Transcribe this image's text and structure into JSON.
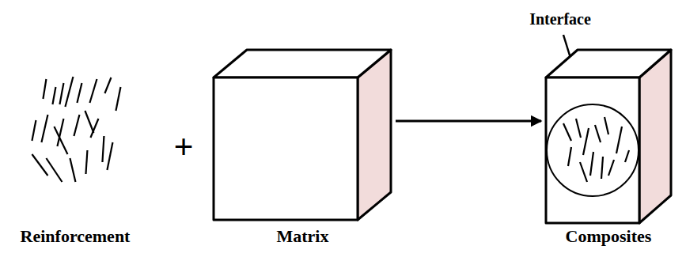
{
  "diagram": {
    "nodes": [
      {
        "text": [
          "Reinforcement"
        ]
      },
      {
        "text": [
          "Matrix"
        ]
      },
      {
        "text": [
          "Composites"
        ]
      }
    ],
    "edges": [
      {
        "from": 1,
        "to": 2,
        "arrow": "to"
      }
    ],
    "labels": [
      "+",
      "Interface"
    ]
  }
}
